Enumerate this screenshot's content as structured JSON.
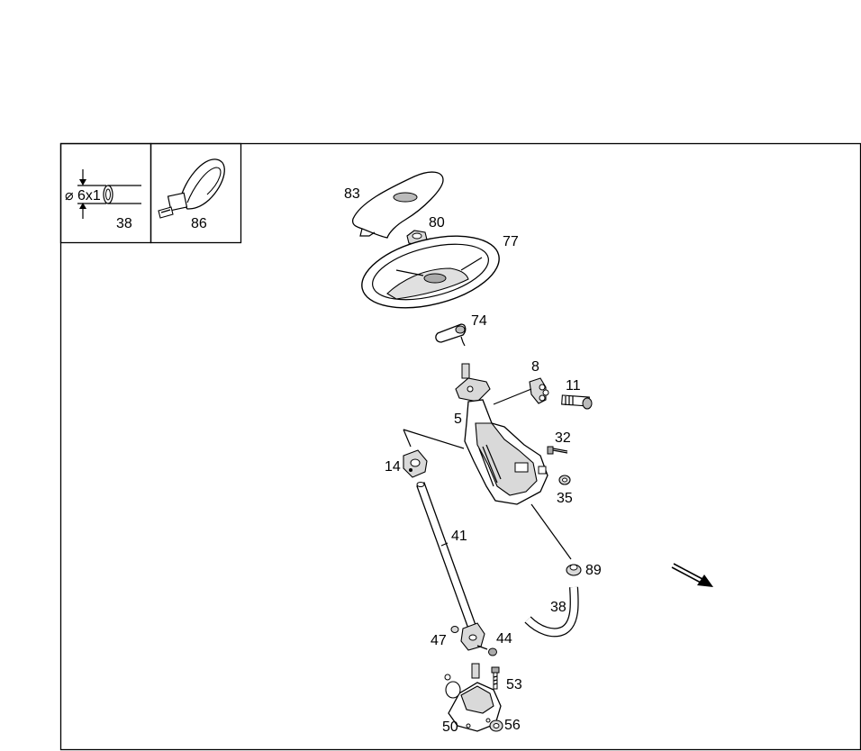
{
  "legend_box": {
    "hose_spec_dim": "6x1",
    "hose_spec_diam_symbol": "⌀",
    "hose_part_no": "38",
    "tie_part_no": "86"
  },
  "callouts": {
    "p83": "83",
    "p80": "80",
    "p77": "77",
    "p74": "74",
    "p8": "8",
    "p11": "11",
    "p5": "5",
    "p32": "32",
    "p14": "14",
    "p35": "35",
    "p41": "41",
    "p89": "89",
    "p38": "38",
    "p47": "47",
    "p44": "44",
    "p53": "53",
    "p50": "50",
    "p56": "56"
  },
  "icons": {
    "direction": "forward-arrow-icon"
  }
}
